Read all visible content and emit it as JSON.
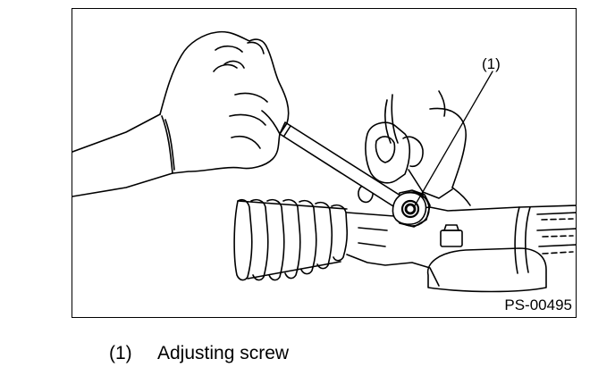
{
  "figure": {
    "callout_label": "(1)",
    "figure_id": "PS-00495"
  },
  "legend": {
    "items": [
      {
        "key": "(1)",
        "text": "Adjusting screw"
      }
    ]
  },
  "icons": [
    "hand-with-wrench",
    "steering-gearbox"
  ],
  "colors": {
    "line": "#000000",
    "background": "#ffffff"
  }
}
